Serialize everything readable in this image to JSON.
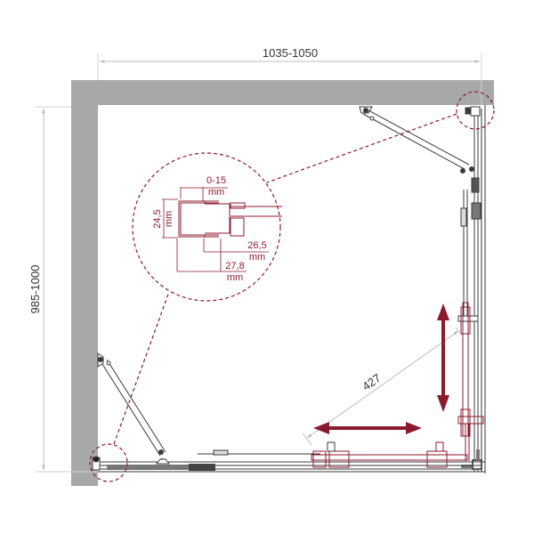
{
  "diagram": {
    "type": "shower-enclosure-plan",
    "colors": {
      "wall": "#a7a8aa",
      "accent": "#8c1a2e",
      "line": "#3a3a3a",
      "dimension": "#bdbdbd"
    },
    "dimensions": {
      "width": "1035-1050",
      "depth": "985-1000",
      "entrance_diagonal": "427"
    },
    "detail_callout": {
      "adjustment": "0-15",
      "adjustment_unit": "mm",
      "profile_height": "24,5",
      "profile_height_unit": "mm",
      "inner_depth": "26,5",
      "inner_depth_unit": "mm",
      "outer_depth": "27,8",
      "outer_depth_unit": "mm"
    },
    "arrows": {
      "horizontal": "sliding-door-direction",
      "vertical": "sliding-door-direction"
    }
  }
}
